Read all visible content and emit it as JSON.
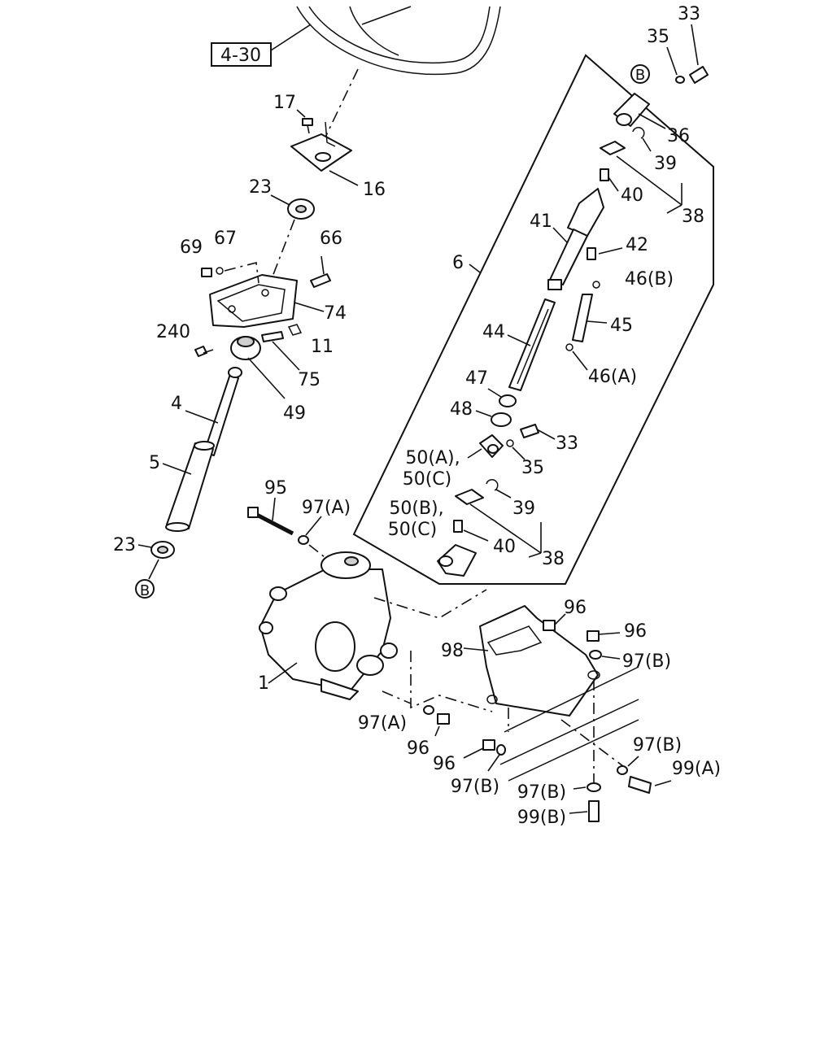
{
  "labels": {
    "ref_box": "4-30",
    "l_17": "17",
    "l_16": "16",
    "l_23_top": "23",
    "l_69": "69",
    "l_67": "67",
    "l_66": "66",
    "l_74": "74",
    "l_240": "240",
    "l_11": "11",
    "l_75": "75",
    "l_49": "49",
    "l_4": "4",
    "l_5": "5",
    "l_23_bot": "23",
    "l_b_bot": "B",
    "l_33_top": "33",
    "l_35_top": "35",
    "l_b_top": "B",
    "l_36": "36",
    "l_39_top": "39",
    "l_40_top": "40",
    "l_38_top": "38",
    "l_41": "41",
    "l_42": "42",
    "l_6": "6",
    "l_46b": "46(B)",
    "l_45": "45",
    "l_44": "44",
    "l_46a": "46(A)",
    "l_47": "47",
    "l_48": "48",
    "l_33_mid": "33",
    "l_50a": "50(A),",
    "l_50c_1": "50(C)",
    "l_35_mid": "35",
    "l_50b": "50(B),",
    "l_39_mid": "39",
    "l_50c_2": "50(C)",
    "l_40_mid": "40",
    "l_38_mid": "38",
    "l_95": "95",
    "l_97a_top": "97(A)",
    "l_96_a": "96",
    "l_96_b": "96",
    "l_98": "98",
    "l_97b_1": "97(B)",
    "l_1": "1",
    "l_97a_bot": "97(A)",
    "l_96_c": "96",
    "l_96_d": "96",
    "l_97b_2": "97(B)",
    "l_97b_3": "97(B)",
    "l_99a": "99(A)",
    "l_97b_4": "97(B)",
    "l_99b": "99(B)"
  }
}
